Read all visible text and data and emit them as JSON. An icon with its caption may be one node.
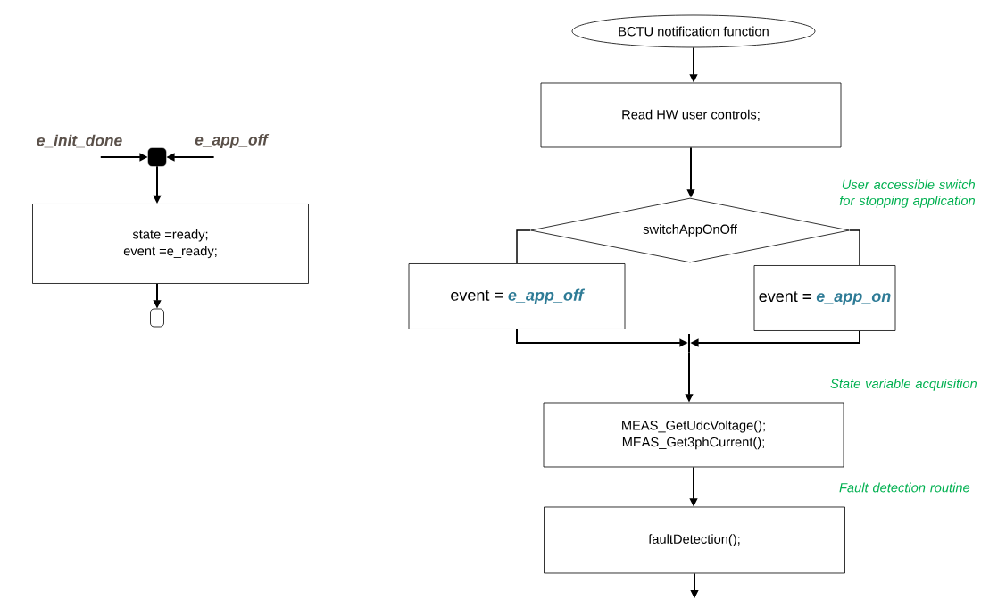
{
  "diagram": {
    "nodes": [
      {
        "text": [
          "e_init_done"
        ]
      },
      {
        "text": [
          "e_app_off"
        ]
      },
      {
        "text": [],
        "shape": "box"
      },
      {
        "text": [
          "state =ready;",
          "event =e_ready;"
        ]
      },
      {
        "text": [],
        "shape": "box"
      },
      {
        "text": [
          "BCTU notification function"
        ]
      },
      {
        "text": [
          "Read HW user controls;"
        ]
      },
      {
        "text": [
          "switchAppOnOff"
        ],
        "beside": [
          "User accessible switch for stopping application"
        ]
      },
      {
        "text": [
          "event =",
          "e_app_off"
        ]
      },
      {
        "text": [
          "event =",
          "e_app_on"
        ]
      },
      {
        "text": [],
        "shape": "bar"
      },
      {
        "text": [
          "MEAS_GetUdcVoltage();",
          "MEAS_Get3phCurrent();"
        ],
        "beside": [
          "State variable acquisition"
        ]
      },
      {
        "text": [
          "faultDetection();"
        ],
        "beside": [
          "Fault detection routine"
        ]
      }
    ],
    "edges": [
      {
        "from": 0,
        "to": 2,
        "arrow": "to"
      },
      {
        "from": 1,
        "to": 2,
        "arrow": "to"
      },
      {
        "from": 2,
        "to": 3,
        "arrow": "to"
      },
      {
        "from": 3,
        "to": 4,
        "arrow": "to"
      },
      {
        "from": 5,
        "to": 6,
        "arrow": "to"
      },
      {
        "from": 6,
        "to": 7,
        "arrow": "to"
      },
      {
        "from": 7,
        "to": 8,
        "arrow": "none"
      },
      {
        "from": 7,
        "to": 9,
        "arrow": "none"
      },
      {
        "from": 8,
        "to": 10,
        "arrow": "to"
      },
      {
        "from": 9,
        "to": 10,
        "arrow": "to"
      },
      {
        "from": 10,
        "to": 11,
        "arrow": "to"
      },
      {
        "from": 11,
        "to": 12,
        "arrow": "to"
      },
      {
        "from": 12,
        "to": null,
        "arrow": "to"
      }
    ]
  }
}
